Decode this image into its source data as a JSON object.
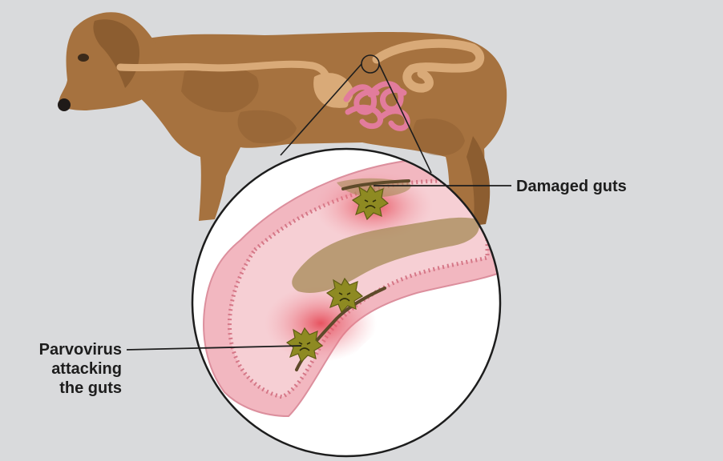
{
  "colors": {
    "background": "#d9dadc",
    "dog_fur": "#a6723f",
    "dog_fur_dark": "#8c5d30",
    "intestine_tan": "#d9aa78",
    "intestine_pink": "#e27c9c",
    "gut_wall": "#f2b7c0",
    "gut_inflamed": "#e9505b",
    "gut_debris": "#a68a55",
    "virus": "#8e8a22",
    "leader_line": "#1d1d1d"
  },
  "icons": {
    "virus": "parvovirus-particle-icon",
    "dog": "dog-illustration",
    "magnifier": "magnified-intestine-circle"
  },
  "labels": {
    "damaged": "Damaged guts",
    "parvo_line1": "Parvovirus",
    "parvo_line2": "attacking",
    "parvo_line3": "the guts"
  }
}
